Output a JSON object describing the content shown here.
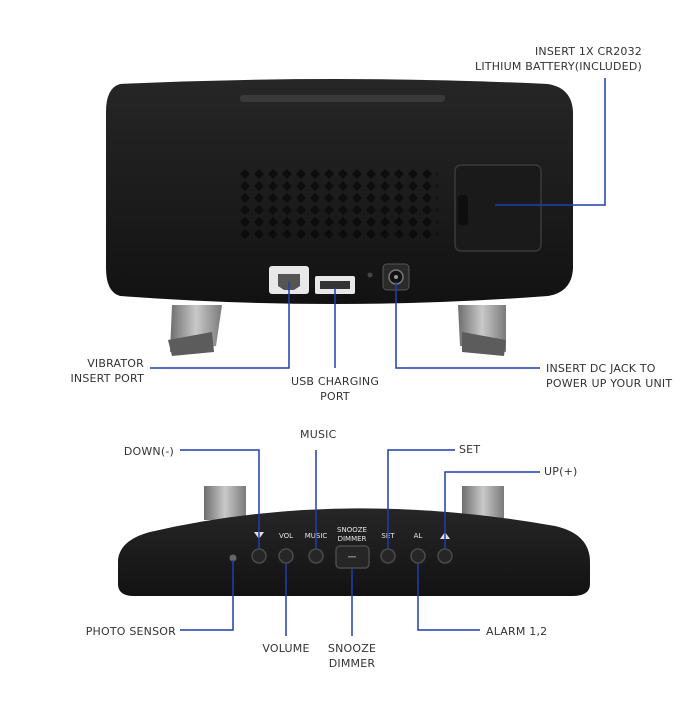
{
  "back_view": {
    "callouts": {
      "battery_line1": "INSERT 1X CR2032",
      "battery_line2": "LITHIUM BATTERY(INCLUDED)",
      "vibrator_line1": "VIBRATOR",
      "vibrator_line2": "INSERT PORT",
      "usb_line1": "USB CHARGING",
      "usb_line2": "PORT",
      "dc_line1": "INSERT DC JACK TO",
      "dc_line2": "POWER UP YOUR UNIT"
    }
  },
  "top_view": {
    "callouts": {
      "down": "DOWN(-)",
      "music": "MUSIC",
      "set": "SET",
      "up": "UP(+)",
      "photo_sensor": "PHOTO SENSOR",
      "volume": "VOLUME",
      "snooze_line1": "SNOOZE",
      "snooze_line2": "DIMMER",
      "alarm": "ALARM 1,2"
    },
    "button_labels": {
      "vol": "VOL",
      "music": "MUSIC",
      "snooze_line1": "SNOOZE",
      "snooze_line2": "DIMMER",
      "set": "SET",
      "al": "AL"
    }
  },
  "colors": {
    "leader_line": "#1f3fae",
    "device_body": "#1d1d1d",
    "stand_metal": "#9a9a9a",
    "label_text": "#333333"
  }
}
